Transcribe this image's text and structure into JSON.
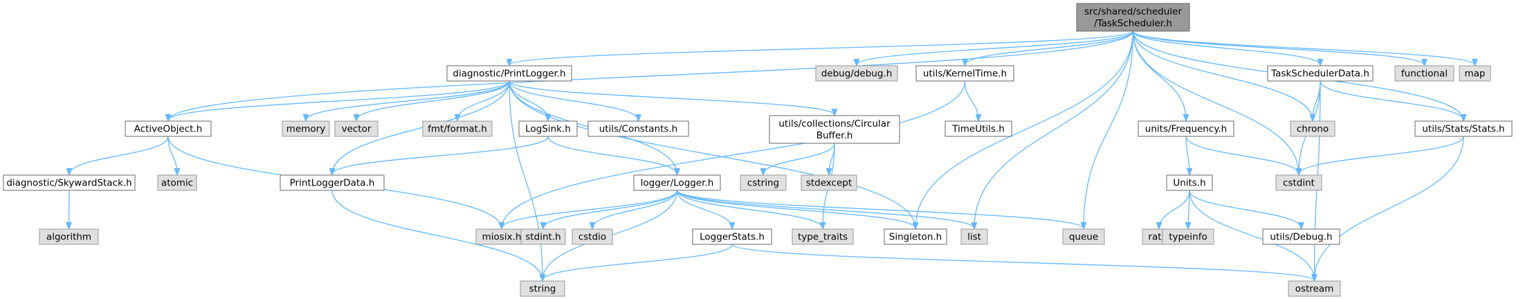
{
  "title": "src/shared/scheduler/TaskScheduler.h",
  "colors": {
    "edge": "#63b8ff",
    "local_fill": "#ffffff",
    "system_fill": "#e0e0e0",
    "root_fill": "#999999",
    "border": "#666666"
  },
  "nodes": [
    {
      "id": "root",
      "lines": [
        "src/shared/scheduler",
        "/TaskScheduler.h"
      ],
      "kind": "root"
    },
    {
      "id": "printlogger",
      "lines": [
        "diagnostic/PrintLogger.h"
      ],
      "kind": "local"
    },
    {
      "id": "debug",
      "lines": [
        "debug/debug.h"
      ],
      "kind": "system"
    },
    {
      "id": "kerneltime",
      "lines": [
        "utils/KernelTime.h"
      ],
      "kind": "local"
    },
    {
      "id": "taskschedulerdata",
      "lines": [
        "TaskSchedulerData.h"
      ],
      "kind": "local"
    },
    {
      "id": "functional",
      "lines": [
        "functional"
      ],
      "kind": "system"
    },
    {
      "id": "map",
      "lines": [
        "map"
      ],
      "kind": "system"
    },
    {
      "id": "activeobject",
      "lines": [
        "ActiveObject.h"
      ],
      "kind": "local"
    },
    {
      "id": "memory",
      "lines": [
        "memory"
      ],
      "kind": "system"
    },
    {
      "id": "vector",
      "lines": [
        "vector"
      ],
      "kind": "system"
    },
    {
      "id": "fmtformat",
      "lines": [
        "fmt/format.h"
      ],
      "kind": "system"
    },
    {
      "id": "logsink",
      "lines": [
        "LogSink.h"
      ],
      "kind": "local"
    },
    {
      "id": "constants",
      "lines": [
        "utils/Constants.h"
      ],
      "kind": "local"
    },
    {
      "id": "circularbuffer",
      "lines": [
        "utils/collections/Circular",
        "Buffer.h"
      ],
      "kind": "local"
    },
    {
      "id": "timeutils",
      "lines": [
        "TimeUtils.h"
      ],
      "kind": "local"
    },
    {
      "id": "frequency",
      "lines": [
        "units/Frequency.h"
      ],
      "kind": "local"
    },
    {
      "id": "chrono",
      "lines": [
        "chrono"
      ],
      "kind": "system"
    },
    {
      "id": "stats",
      "lines": [
        "utils/Stats/Stats.h"
      ],
      "kind": "local"
    },
    {
      "id": "skywardstack",
      "lines": [
        "diagnostic/SkywardStack.h"
      ],
      "kind": "local"
    },
    {
      "id": "atomic",
      "lines": [
        "atomic"
      ],
      "kind": "system"
    },
    {
      "id": "printloggerdata",
      "lines": [
        "PrintLoggerData.h"
      ],
      "kind": "local"
    },
    {
      "id": "logger",
      "lines": [
        "logger/Logger.h"
      ],
      "kind": "local"
    },
    {
      "id": "cstring",
      "lines": [
        "cstring"
      ],
      "kind": "system"
    },
    {
      "id": "stdexcept",
      "lines": [
        "stdexcept"
      ],
      "kind": "system"
    },
    {
      "id": "units",
      "lines": [
        "Units.h"
      ],
      "kind": "local"
    },
    {
      "id": "cstdint",
      "lines": [
        "cstdint"
      ],
      "kind": "system"
    },
    {
      "id": "algorithm",
      "lines": [
        "algorithm"
      ],
      "kind": "system"
    },
    {
      "id": "miosix",
      "lines": [
        "miosix.h"
      ],
      "kind": "system"
    },
    {
      "id": "stdint",
      "lines": [
        "stdint.h"
      ],
      "kind": "system"
    },
    {
      "id": "cstdio",
      "lines": [
        "cstdio"
      ],
      "kind": "system"
    },
    {
      "id": "loggerstats",
      "lines": [
        "LoggerStats.h"
      ],
      "kind": "local"
    },
    {
      "id": "typetraits",
      "lines": [
        "type_traits"
      ],
      "kind": "system"
    },
    {
      "id": "singleton",
      "lines": [
        "Singleton.h"
      ],
      "kind": "local"
    },
    {
      "id": "list",
      "lines": [
        "list"
      ],
      "kind": "system"
    },
    {
      "id": "queue",
      "lines": [
        "queue"
      ],
      "kind": "system"
    },
    {
      "id": "ratio",
      "lines": [
        "ratio"
      ],
      "kind": "system"
    },
    {
      "id": "typeinfo",
      "lines": [
        "typeinfo"
      ],
      "kind": "system"
    },
    {
      "id": "utilsdebug",
      "lines": [
        "utils/Debug.h"
      ],
      "kind": "local"
    },
    {
      "id": "string",
      "lines": [
        "string"
      ],
      "kind": "system"
    },
    {
      "id": "ostream",
      "lines": [
        "ostream"
      ],
      "kind": "system"
    }
  ],
  "edges": [
    [
      "root",
      "printlogger"
    ],
    [
      "root",
      "debug"
    ],
    [
      "root",
      "kerneltime"
    ],
    [
      "root",
      "taskschedulerdata"
    ],
    [
      "root",
      "functional"
    ],
    [
      "root",
      "map"
    ],
    [
      "root",
      "activeobject"
    ],
    [
      "root",
      "chrono"
    ],
    [
      "root",
      "stats"
    ],
    [
      "root",
      "frequency"
    ],
    [
      "root",
      "cstdint"
    ],
    [
      "root",
      "singleton"
    ],
    [
      "root",
      "list"
    ],
    [
      "root",
      "queue"
    ],
    [
      "printlogger",
      "activeobject"
    ],
    [
      "printlogger",
      "memory"
    ],
    [
      "printlogger",
      "vector"
    ],
    [
      "printlogger",
      "fmtformat"
    ],
    [
      "printlogger",
      "logsink"
    ],
    [
      "printlogger",
      "constants"
    ],
    [
      "printlogger",
      "circularbuffer"
    ],
    [
      "printlogger",
      "printloggerdata"
    ],
    [
      "printlogger",
      "logger"
    ],
    [
      "printlogger",
      "string"
    ],
    [
      "printlogger",
      "singleton"
    ],
    [
      "activeobject",
      "skywardstack"
    ],
    [
      "activeobject",
      "atomic"
    ],
    [
      "activeobject",
      "miosix"
    ],
    [
      "skywardstack",
      "algorithm"
    ],
    [
      "logsink",
      "printloggerdata"
    ],
    [
      "logsink",
      "logger"
    ],
    [
      "kerneltime",
      "timeutils"
    ],
    [
      "kerneltime",
      "miosix"
    ],
    [
      "circularbuffer",
      "cstring"
    ],
    [
      "circularbuffer",
      "stdexcept"
    ],
    [
      "circularbuffer",
      "typetraits"
    ],
    [
      "printloggerdata",
      "string"
    ],
    [
      "logger",
      "miosix"
    ],
    [
      "logger",
      "stdint"
    ],
    [
      "logger",
      "cstdio"
    ],
    [
      "logger",
      "loggerstats"
    ],
    [
      "logger",
      "typetraits"
    ],
    [
      "logger",
      "singleton"
    ],
    [
      "logger",
      "list"
    ],
    [
      "logger",
      "queue"
    ],
    [
      "logger",
      "string"
    ],
    [
      "loggerstats",
      "string"
    ],
    [
      "loggerstats",
      "ostream"
    ],
    [
      "taskschedulerdata",
      "chrono"
    ],
    [
      "taskschedulerdata",
      "cstdint"
    ],
    [
      "taskschedulerdata",
      "stats"
    ],
    [
      "taskschedulerdata",
      "ostream"
    ],
    [
      "stats",
      "cstdint"
    ],
    [
      "stats",
      "ostream"
    ],
    [
      "frequency",
      "units"
    ],
    [
      "frequency",
      "cstdint"
    ],
    [
      "units",
      "ratio"
    ],
    [
      "units",
      "typeinfo"
    ],
    [
      "units",
      "utilsdebug"
    ],
    [
      "units",
      "ostream"
    ]
  ]
}
